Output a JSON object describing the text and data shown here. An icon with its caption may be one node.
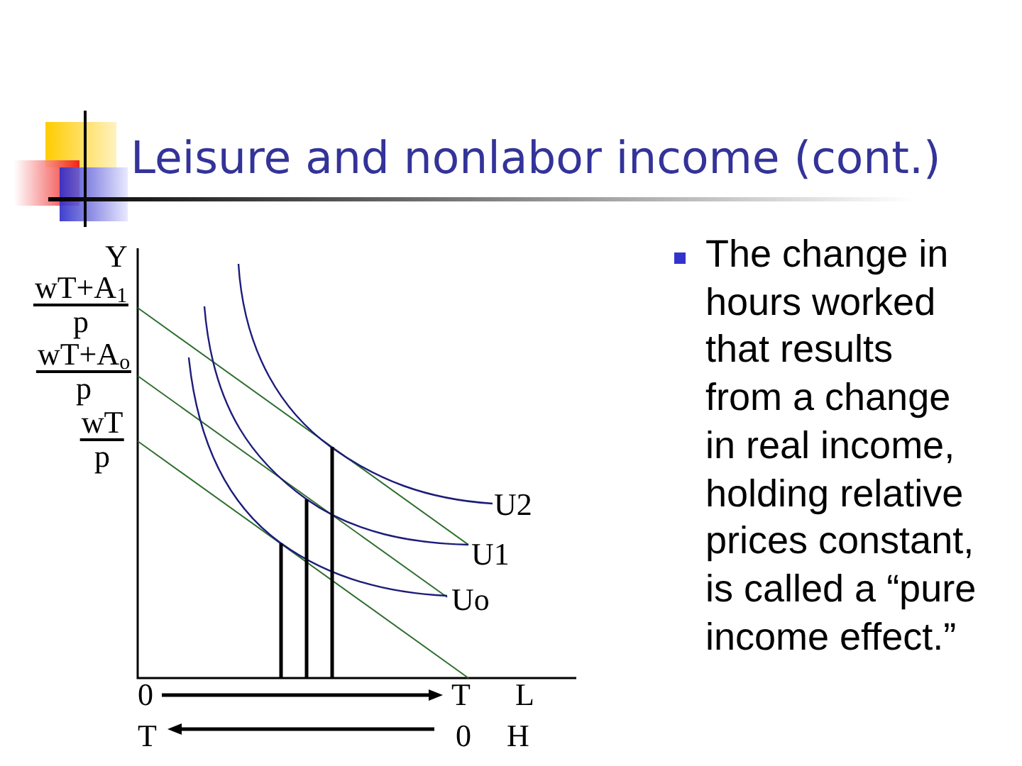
{
  "diagram": {
    "title": "Leisure and nonlabor income (cont.)",
    "labels": [
      "Y",
      "wT+A$_{1}$",
      "p",
      "wT+A$_{o}$",
      "p",
      "wT",
      "p",
      "U2",
      "U1",
      "Uo",
      "0",
      "T",
      "L",
      "T",
      "0",
      "H",
      "The change in hours worked that results from a change in real income, holding relative prices constant, is called a “pure income effect.”"
    ]
  }
}
